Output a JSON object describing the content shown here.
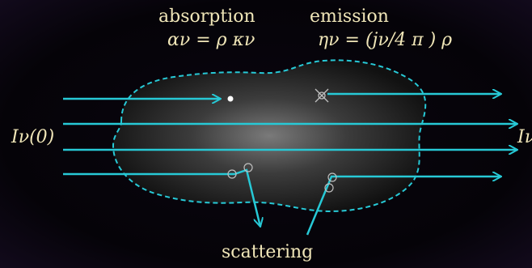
{
  "diagram": {
    "absorption_label": "absorption",
    "absorption_formula": "αν = ρ κν",
    "emission_label": "emission",
    "emission_formula": "ην = (jν/4 π ) ρ",
    "incident_intensity": "Iν(0)",
    "outgoing_intensity": "Iν",
    "scattering_label": "scattering"
  },
  "colors": {
    "ray": "#27c9d6",
    "text": "#f0e6b8",
    "background": "#000000"
  }
}
